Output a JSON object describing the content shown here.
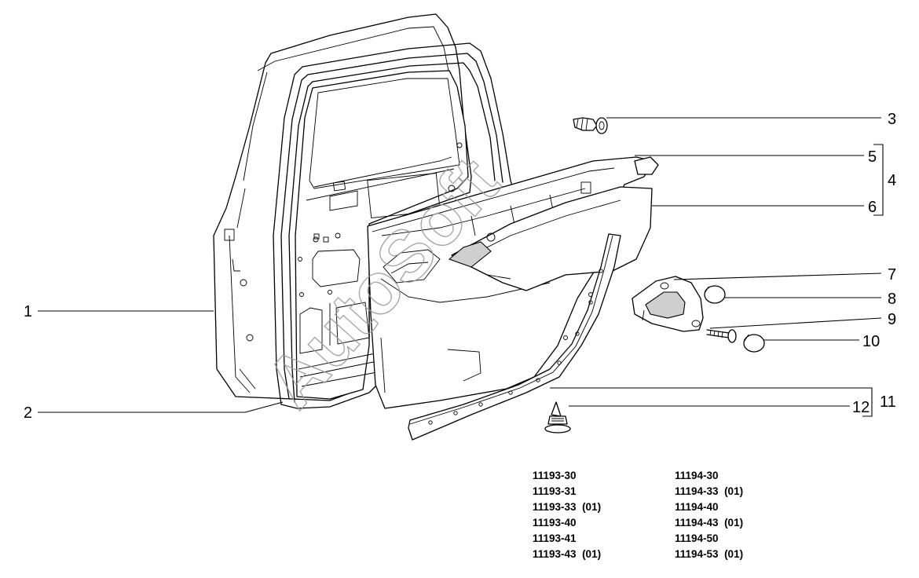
{
  "watermark": "AutoSoft",
  "callouts": [
    {
      "label": "1",
      "part": "door-shell"
    },
    {
      "label": "2",
      "part": "door-seal"
    },
    {
      "label": "3",
      "part": "fastener-screw"
    },
    {
      "label": "4",
      "part": "trim-group"
    },
    {
      "label": "5",
      "part": "trim-panel"
    },
    {
      "label": "6",
      "part": "armrest-insert"
    },
    {
      "label": "7",
      "part": "handle-bezel"
    },
    {
      "label": "8",
      "part": "cap-upper"
    },
    {
      "label": "9",
      "part": "screw"
    },
    {
      "label": "10",
      "part": "cap-lower"
    },
    {
      "label": "11",
      "part": "seal-group"
    },
    {
      "label": "12",
      "part": "clip"
    }
  ],
  "codes": {
    "left": [
      "11193-30",
      "11193-31",
      "11193-33  (01)",
      "11193-40",
      "11193-41",
      "11193-43  (01)"
    ],
    "right": [
      "11194-30",
      "11194-33  (01)",
      "11194-40",
      "11194-43  (01)",
      "11194-50",
      "11194-53  (01)"
    ]
  }
}
